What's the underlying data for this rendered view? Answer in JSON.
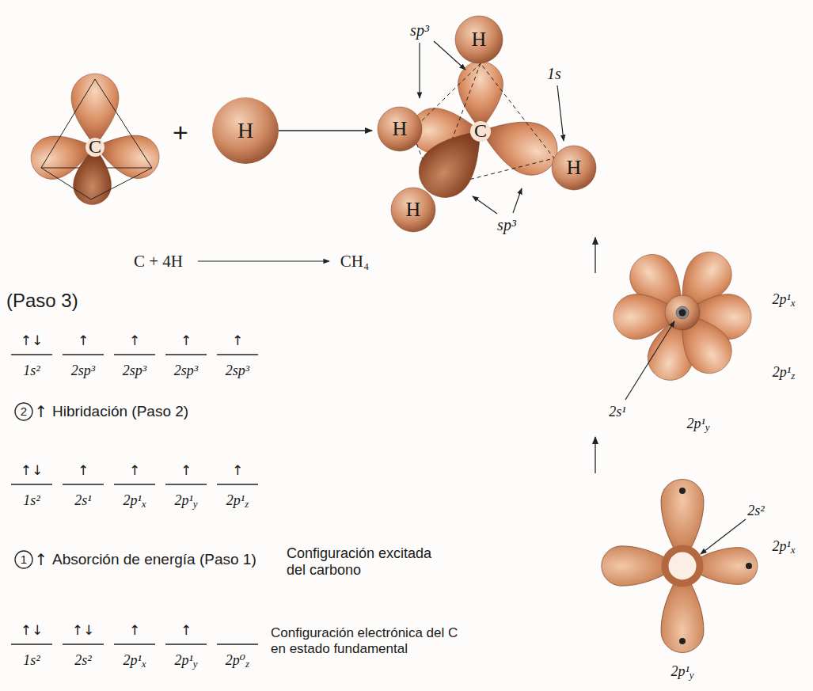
{
  "diagram": {
    "nodes": [
      {
        "text": [
          "C"
        ]
      },
      {
        "text": [
          "H"
        ]
      },
      {
        "text": [
          "C"
        ]
      },
      {
        "text": [
          "H"
        ],
        "in": 2
      },
      {
        "text": [
          "H"
        ],
        "in": 2
      },
      {
        "text": [
          "H"
        ],
        "in": 2
      },
      {
        "text": [
          "H"
        ],
        "in": 2
      },
      {
        "text": [
          "2p¹x",
          "2s¹",
          "2p¹z",
          "2p¹y"
        ]
      },
      {
        "text": [
          "2s²",
          "2p¹x",
          "2p¹y"
        ]
      }
    ],
    "edges": [
      {
        "from": 1,
        "to": 2,
        "arrow": "to"
      },
      {
        "from": 8,
        "to": 7,
        "arrow": "to"
      },
      {
        "from": 7,
        "to": 2,
        "arrow": "to"
      }
    ],
    "labels": [
      "+",
      "sp³",
      "sp³",
      "1s",
      "C + 4H",
      "CH₄",
      "(Paso 3)",
      "↑↓",
      "1s²",
      "↑",
      "2sp³",
      "↑",
      "2sp³",
      "↑",
      "2sp³",
      "↑",
      "2sp³",
      "2",
      "↑",
      "Hibridación (Paso 2)",
      "↑↓",
      "1s²",
      "↑",
      "2s¹",
      "↑",
      "2p¹x",
      "↑",
      "2p¹y",
      "↑",
      "2p¹z",
      "1",
      "↑",
      "Absorción de energía (Paso 1)",
      "Configuración excitada del carbono",
      "↑↓",
      "1s²",
      "↑↓",
      "2s²",
      "↑",
      "2p¹x",
      "↑",
      "2p¹y",
      "2p⁰z",
      "Configuración electrónica del C en estado fundamental"
    ]
  }
}
